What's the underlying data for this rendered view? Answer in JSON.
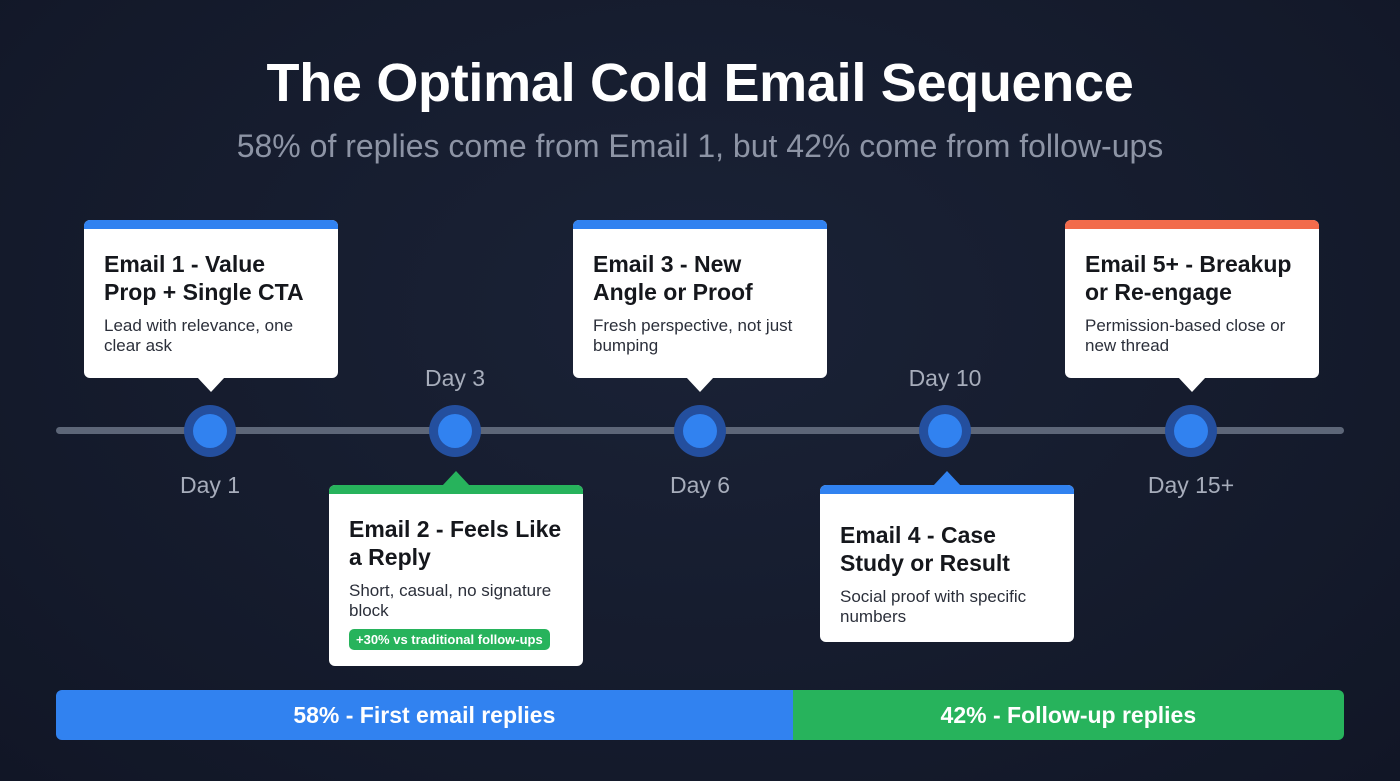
{
  "header": {
    "title": "The Optimal Cold Email Sequence",
    "subtitle": "58% of replies come from Email 1, but 42% come from follow-ups"
  },
  "colors": {
    "background": "#161c2e",
    "blue": "#3182f0",
    "green": "#27b35c",
    "orange": "#f26b4b",
    "track": "#5d6678",
    "day_label": "#a7adbb",
    "subtitle": "#8d94a5"
  },
  "timeline": {
    "steps": [
      {
        "day": "Day 1",
        "title": "Email 1 - Value Prop + Single CTA",
        "description": "Lead with relevance, one clear ask",
        "accent": "#3182f0",
        "position": "top"
      },
      {
        "day": "Day 3",
        "title": "Email 2 - Feels Like a Reply",
        "description": "Short, casual, no signature block",
        "badge": "+30% vs traditional follow-ups",
        "accent": "#27b35c",
        "position": "bottom"
      },
      {
        "day": "Day 6",
        "title": "Email 3 - New Angle or Proof",
        "description": "Fresh perspective, not just bumping",
        "accent": "#3182f0",
        "position": "top"
      },
      {
        "day": "Day 10",
        "title": "Email 4 - Case Study or Result",
        "description": "Social proof with specific numbers",
        "accent": "#3182f0",
        "position": "bottom"
      },
      {
        "day": "Day 15+",
        "title": "Email 5+ - Breakup or Re-engage",
        "description": "Permission-based close or new thread",
        "accent": "#f26b4b",
        "position": "top"
      }
    ]
  },
  "reply_split": {
    "first": {
      "label": "58% - First email replies",
      "percent": 58,
      "color": "#3182f0"
    },
    "followup": {
      "label": "42% - Follow-up replies",
      "percent": 42,
      "color": "#27b35c"
    }
  }
}
